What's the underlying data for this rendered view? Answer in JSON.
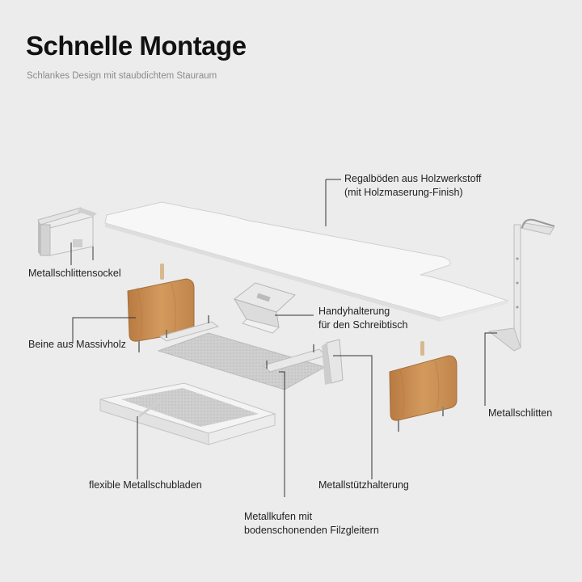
{
  "title": "Schnelle Montage",
  "subtitle": "Schlankes Design mit staubdichtem Stauraum",
  "labels": {
    "shelf_line1": "Regalböden aus Holzwerkstoff",
    "shelf_line2": "(mit Holzmaserung-Finish)",
    "sled_base": "Metallschlittensockel",
    "wood_legs": "Beine aus Massivholz",
    "phone_line1": "Handyhalterung",
    "phone_line2": "für den Schreibtisch",
    "sled": "Metallschlitten",
    "drawer": "flexible Metallschubladen",
    "support": "Metallstützhalterung",
    "runners_line1": "Metallkufen mit",
    "runners_line2": "bodenschonenden Filzgleitern"
  },
  "colors": {
    "background": "#ececec",
    "white_part": "#f7f7f7",
    "wood": "#c98f55",
    "felt": "#cfcfcf",
    "metal": "#d8d8d8"
  }
}
